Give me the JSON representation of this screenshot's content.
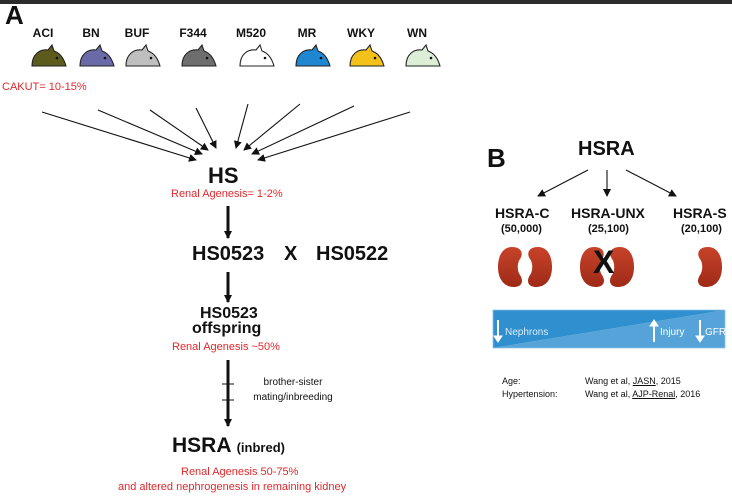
{
  "panel_a": {
    "letter": "A",
    "strains": [
      {
        "name": "ACI",
        "color": "#5c5a1d"
      },
      {
        "name": "BN",
        "color": "#6b6aa8"
      },
      {
        "name": "BUF",
        "color": "#bfbfbf"
      },
      {
        "name": "F344",
        "color": "#6e6e6e"
      },
      {
        "name": "M520",
        "color": "#ffffff"
      },
      {
        "name": "MR",
        "color": "#1f86d1"
      },
      {
        "name": "WKY",
        "color": "#f2c21b"
      },
      {
        "name": "WN",
        "color": "#dcefd6"
      }
    ],
    "cakut": "CAKUT= 10-15%",
    "hs": "HS",
    "hs_renal": "Renal Agenesis= 1-2%",
    "cross_left": "HS0523",
    "cross_x": "X",
    "cross_right": "HS0522",
    "offspring_line1": "HS0523",
    "offspring_line2": "offspring",
    "offspring_renal": "Renal Agenesis ~50%",
    "mating_line1": "brother-sister",
    "mating_line2": "mating/inbreeding",
    "hsra_main": "HSRA",
    "hsra_suffix": "(inbred)",
    "hsra_renal_line1": "Renal Agenesis 50-75%",
    "hsra_renal_line2": "and altered nephrogenesis in remaining kidney"
  },
  "panel_b": {
    "letter": "B",
    "root": "HSRA",
    "groups": [
      {
        "name": "HSRA-C",
        "count": "(50,000)"
      },
      {
        "name": "HSRA-UNX",
        "count": "(25,100)"
      },
      {
        "name": "HSRA-S",
        "count": "(20,100)"
      }
    ],
    "unx_mark": "X",
    "bar_left": "Nephrons",
    "bar_mid": "Injury",
    "bar_right": "GFR",
    "refs": [
      {
        "label": "Age:",
        "authors": "Wang et al, ",
        "journal": "JASN",
        "year": ", 2015"
      },
      {
        "label": "Hypertension:",
        "authors": "Wang et al, ",
        "journal": "AJP-Renal",
        "year": ", 2016"
      }
    ]
  },
  "colors": {
    "red_text": "#e0282b",
    "kidney": "#b8321d",
    "bar_blue": "#2f8fcf"
  }
}
